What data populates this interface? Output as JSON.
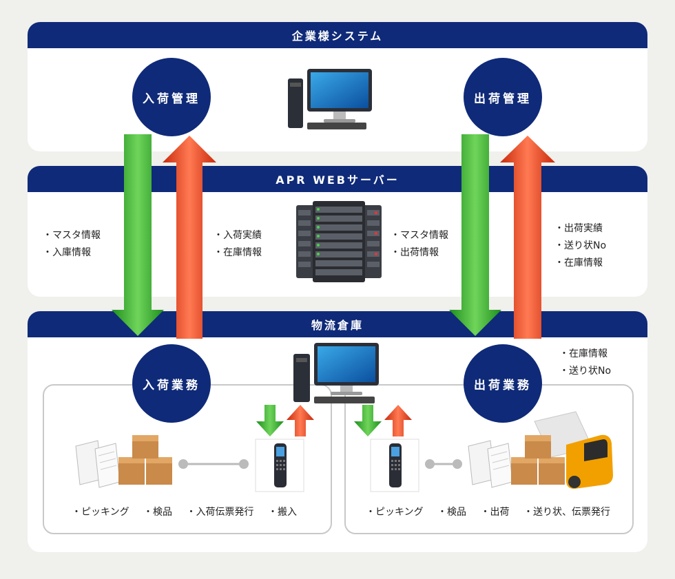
{
  "sections": {
    "corporate": "企業様システム",
    "server": "APR WEBサーバー",
    "warehouse": "物流倉庫"
  },
  "circles": {
    "inbound_mgmt": "入荷管理",
    "outbound_mgmt": "出荷管理",
    "inbound_ops": "入荷業務",
    "outbound_ops": "出荷業務"
  },
  "notes": {
    "left_down": [
      "・マスタ情報",
      "・入庫情報"
    ],
    "left_up": [
      "・入荷実績",
      "・在庫情報"
    ],
    "right_down": [
      "・マスタ情報",
      "・出荷情報"
    ],
    "right_up": [
      "・出荷実績",
      "・送り状No",
      "・在庫情報"
    ],
    "warehouse_up": [
      "・在庫情報",
      "・送り状No"
    ]
  },
  "steps": {
    "inbound": [
      "・ピッキング",
      "・検品",
      "・入荷伝票発行",
      "・搬入"
    ],
    "outbound": [
      "・ピッキング",
      "・検品",
      "・出荷",
      "・送り状、伝票発行"
    ]
  },
  "colors": {
    "navy": "#0f2a78",
    "green_arrow": "#2fae2f",
    "red_arrow": "#e8431d"
  }
}
